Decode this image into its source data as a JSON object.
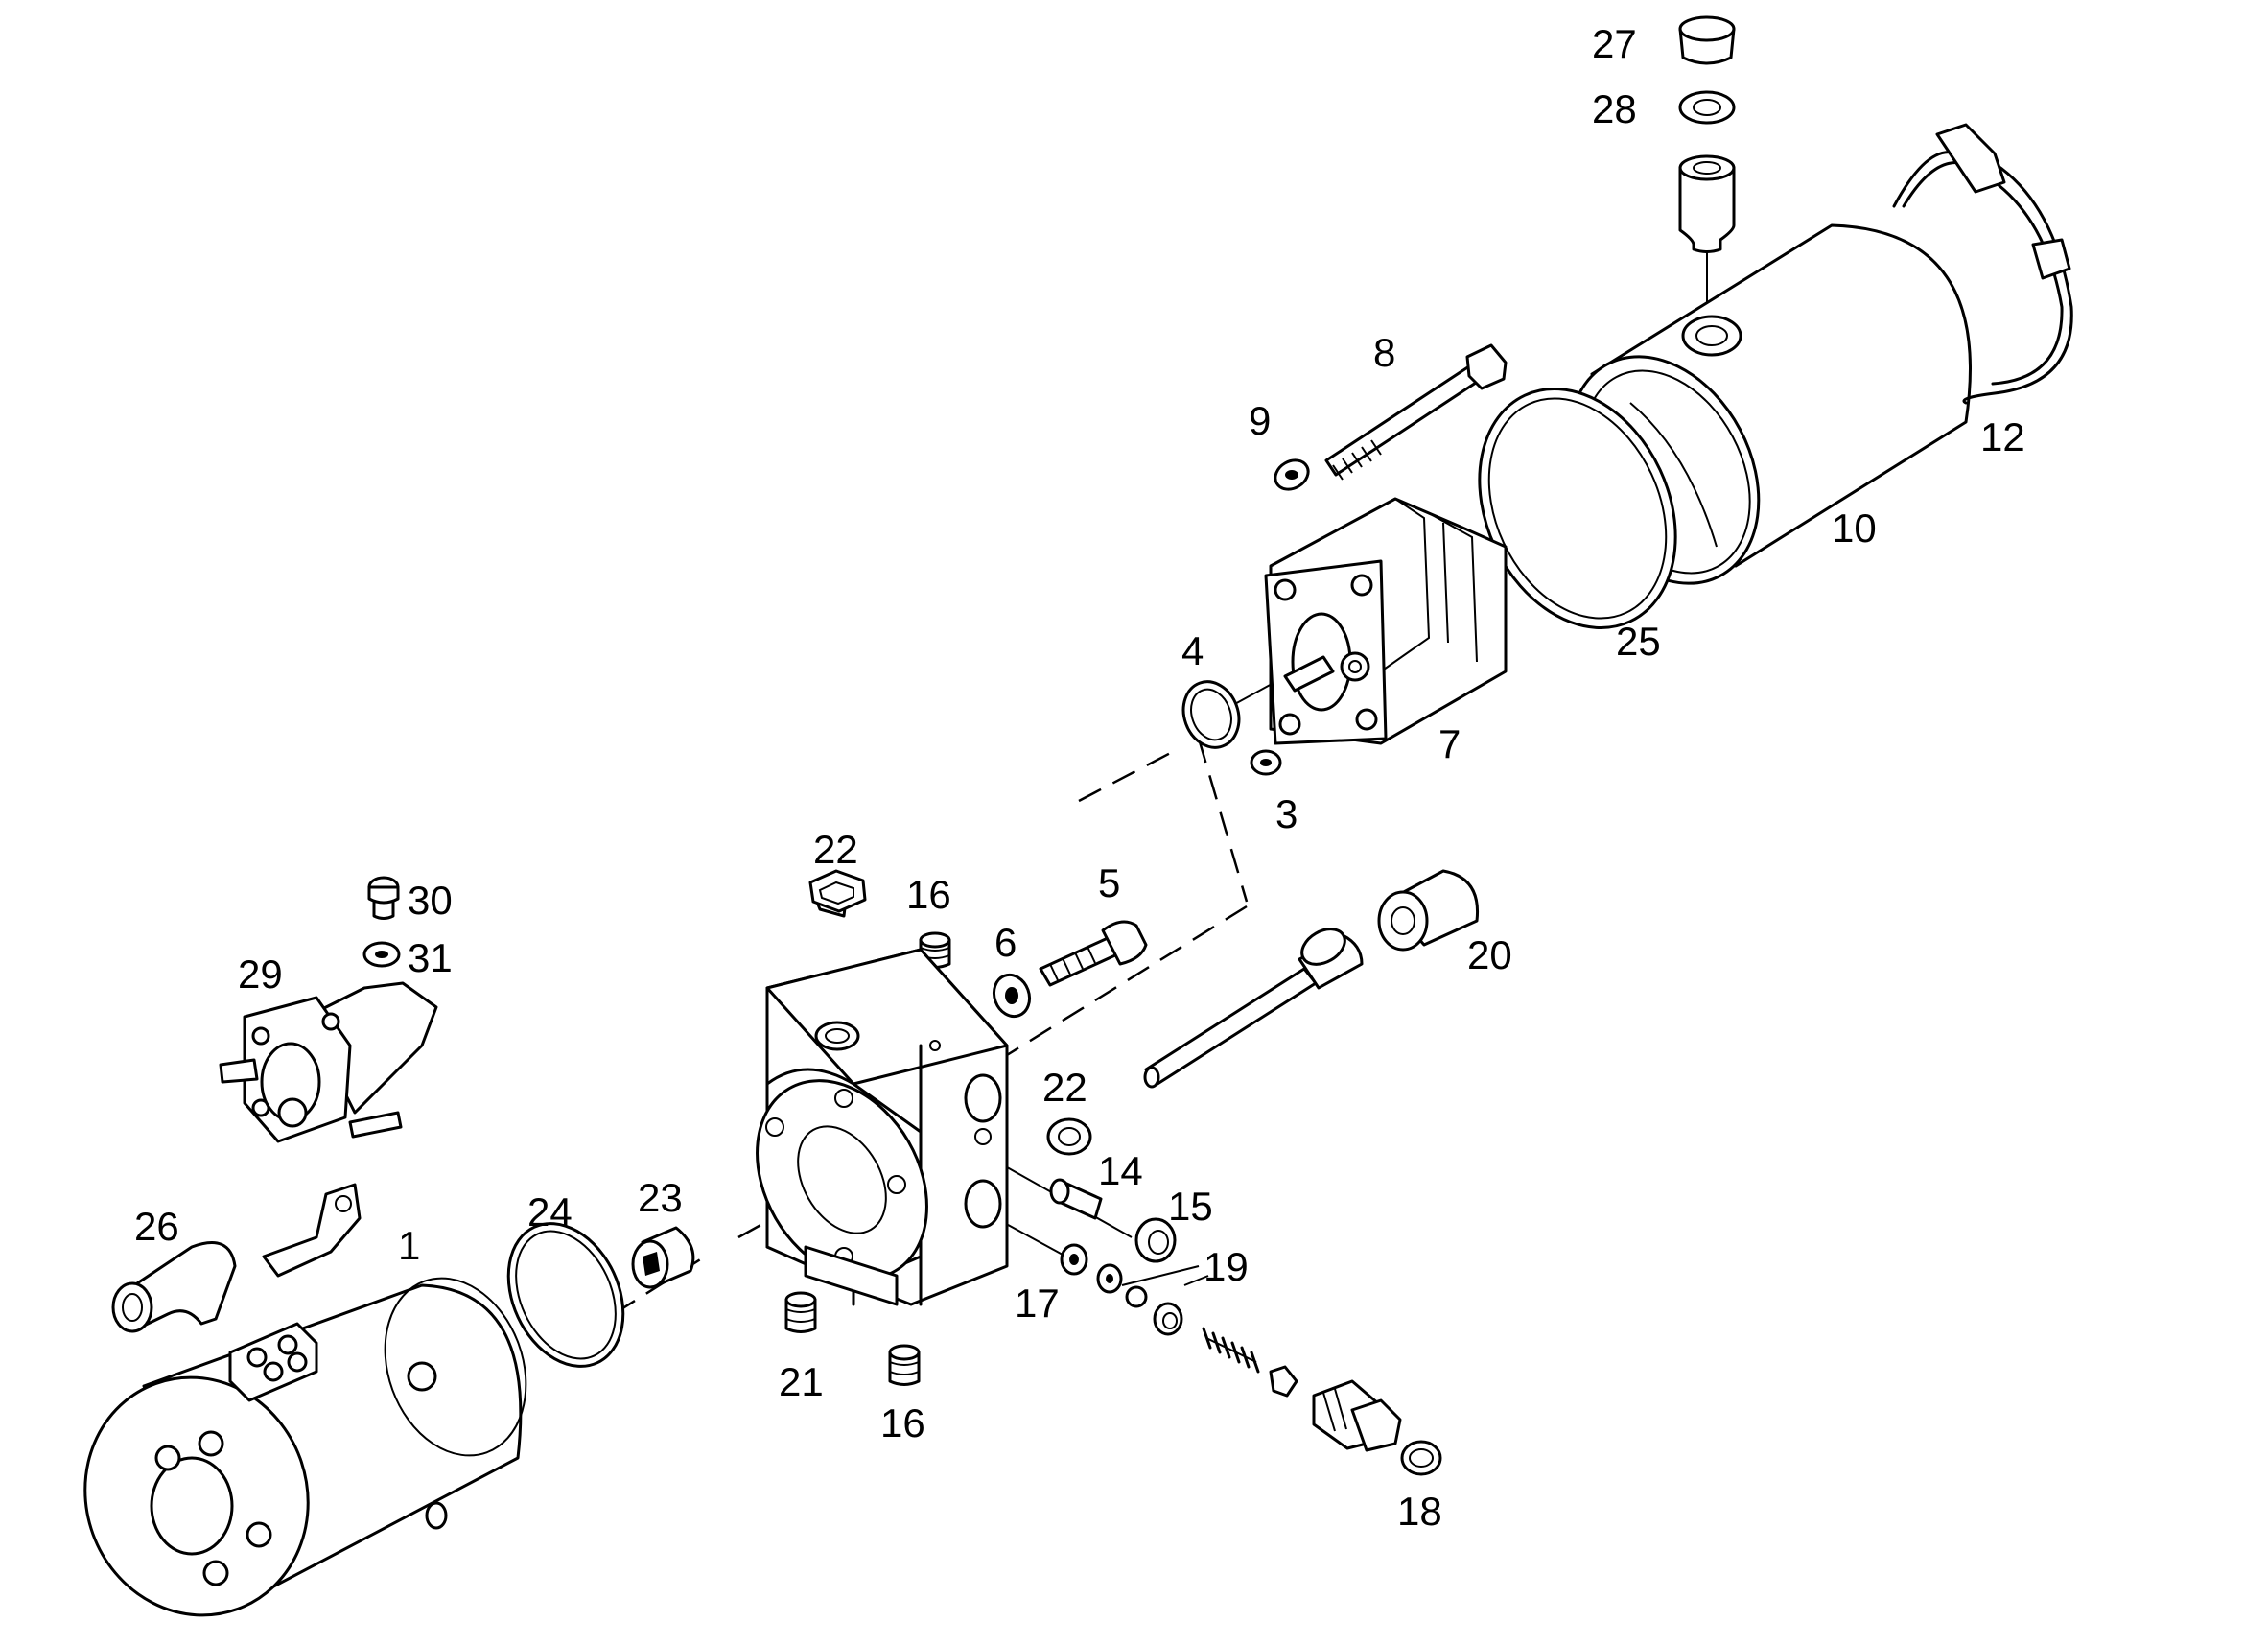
{
  "labels": {
    "l1": "1",
    "l3": "3",
    "l4": "4",
    "l5": "5",
    "l6": "6",
    "l7": "7",
    "l8": "8",
    "l9": "9",
    "l10": "10",
    "l12": "12",
    "l14": "14",
    "l15": "15",
    "l16a": "16",
    "l16b": "16",
    "l17": "17",
    "l18": "18",
    "l19": "19",
    "l20": "20",
    "l21": "21",
    "l22a": "22",
    "l22b": "22",
    "l23": "23",
    "l24": "24",
    "l25": "25",
    "l26": "26",
    "l27": "27",
    "l28": "28",
    "l29": "29",
    "l30": "30",
    "l31": "31"
  }
}
